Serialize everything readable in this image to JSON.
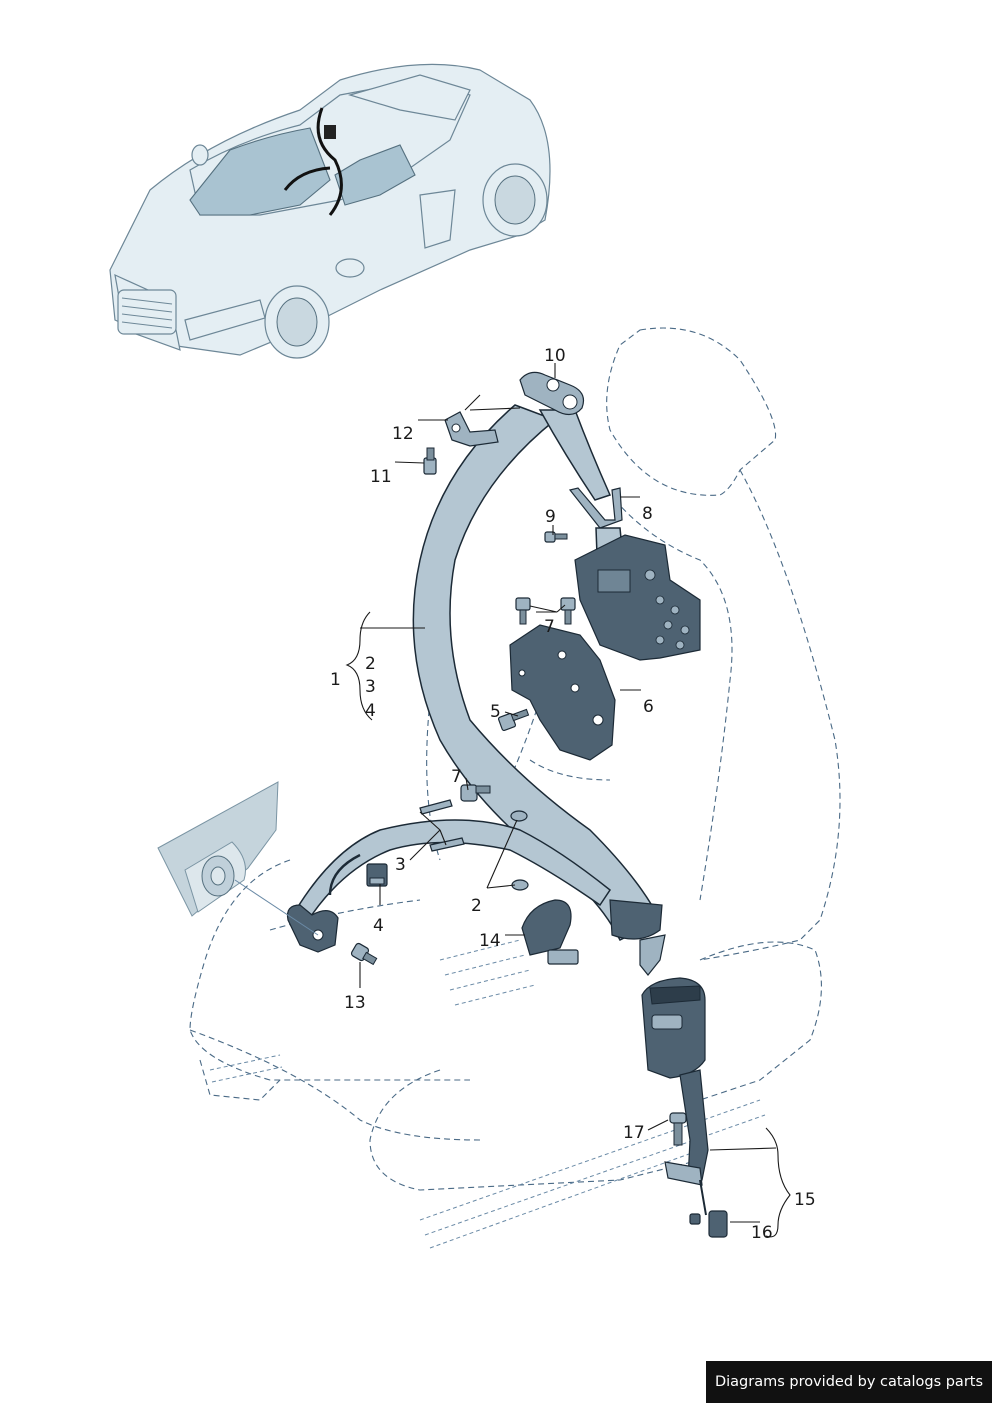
{
  "callouts": {
    "c1": "1",
    "c2a": "2",
    "c3a": "3",
    "c4a": "4",
    "c2b": "2",
    "c3b": "3",
    "c4b": "4",
    "c5": "5",
    "c6": "6",
    "c7a": "7",
    "c7b": "7",
    "c8": "8",
    "c9": "9",
    "c10": "10",
    "c11": "11",
    "c12": "12",
    "c13": "13",
    "c14": "14",
    "c15": "15",
    "c16": "16",
    "c17": "17"
  },
  "credit": "Diagrams provided by catalogs parts",
  "colors": {
    "line": "#1c2a36",
    "belt": "#b4c6d2",
    "outline_dashed": "#4a6a86",
    "credit_bg": "#111111"
  }
}
